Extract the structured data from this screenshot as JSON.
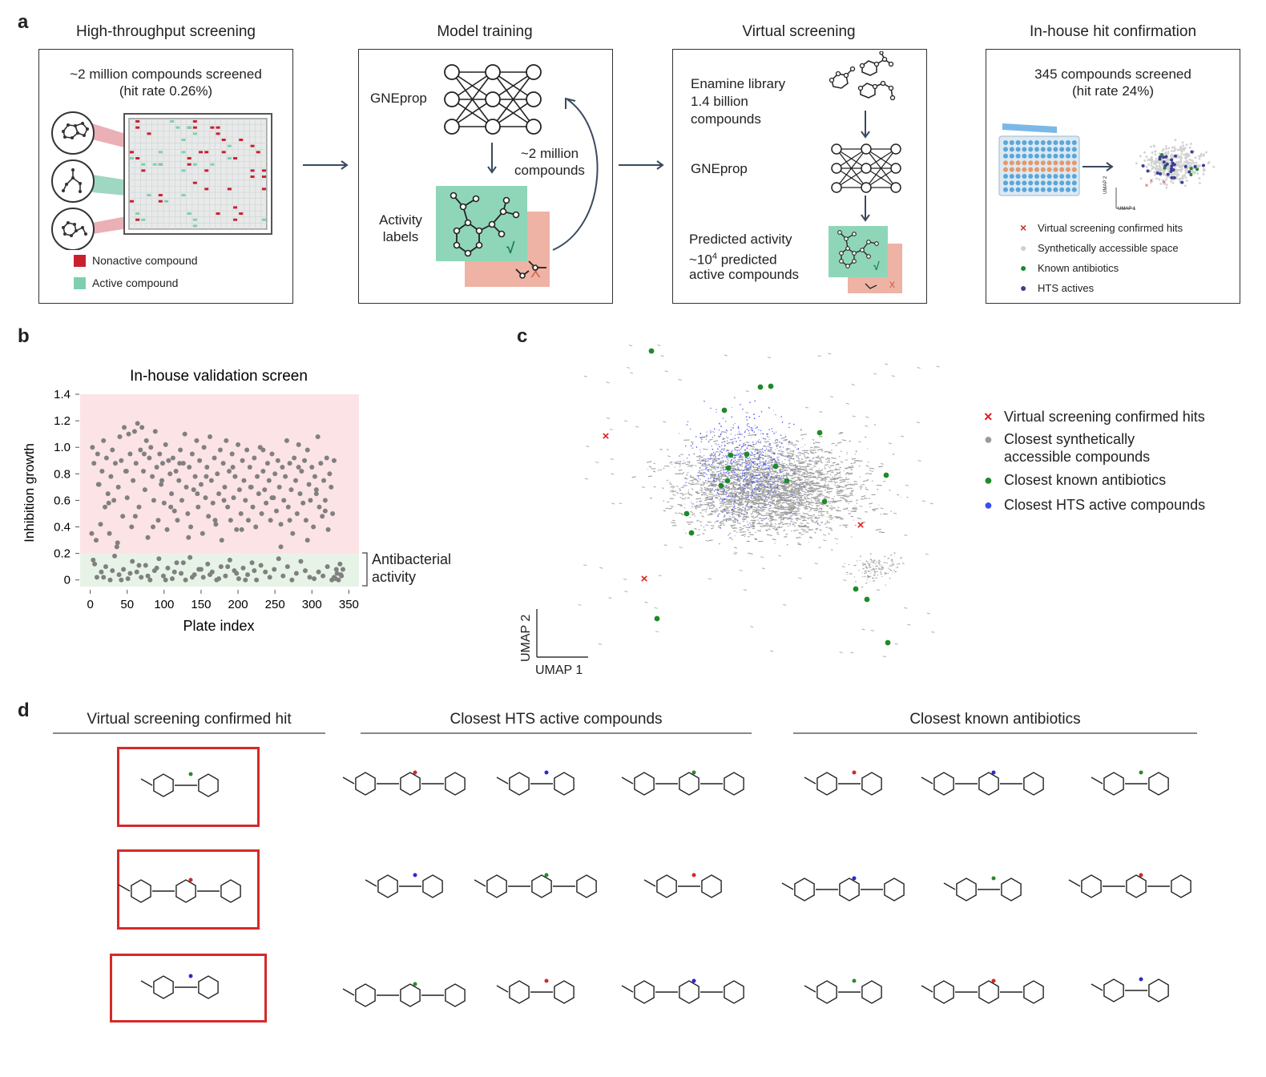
{
  "panel_a": {
    "label": "a",
    "hts": {
      "title": "High-throughput screening",
      "line1": "~2 million compounds screened",
      "line2": "(hit rate 0.26%)",
      "legend_nonactive": "Nonactive compound",
      "legend_active": "Active compound",
      "color_nonactive": "#c9202e",
      "color_active": "#7fcfae"
    },
    "training": {
      "title": "Model training",
      "model": "GNEprop",
      "loop1": "~2 million",
      "loop2": "compounds",
      "labels1": "Activity",
      "labels2": "labels",
      "check": "√",
      "cross": "X"
    },
    "virtual": {
      "title": "Virtual screening",
      "lib1": "Enamine library",
      "lib2": "1.4 billion",
      "lib3": "compounds",
      "model": "GNEprop",
      "pred1": "Predicted activity",
      "pred2": "~10",
      "pred2_sup": "4",
      "pred2_tail": " predicted",
      "pred3": "active compounds",
      "check": "√",
      "cross": "x"
    },
    "confirm": {
      "title": "In-house hit confirmation",
      "line1": "345 compounds screened",
      "line2": "(hit rate 24%)",
      "umap_x": "UMAP 1",
      "umap_y": "UMAP 2",
      "legend": [
        {
          "marker": "×",
          "color": "#d42a2a",
          "label": "Virtual screening confirmed hits"
        },
        {
          "marker": "●",
          "color": "#cfcfcf",
          "label": "Synthetically accessible space"
        },
        {
          "marker": "●",
          "color": "#1e8a2e",
          "label": "Known antibiotics"
        },
        {
          "marker": "●",
          "color": "#3b3f93",
          "label": "HTS actives"
        }
      ]
    }
  },
  "panel_b": {
    "label": "b",
    "annotation1": "Antibacterial",
    "annotation2": "activity"
  },
  "panel_c": {
    "label": "c",
    "umap_x": "UMAP 1",
    "umap_y": "UMAP 2",
    "legend": [
      {
        "marker": "×",
        "color": "#e02020",
        "label": "Virtual screening confirmed hits"
      },
      {
        "marker": "●",
        "color": "#9a9a9a",
        "label": "Closest synthetically"
      },
      {
        "marker": "",
        "color": "",
        "label": "accessible compounds"
      },
      {
        "marker": "●",
        "color": "#1f8a2a",
        "label": "Closest known antibiotics"
      },
      {
        "marker": "●",
        "color": "#3b4cf0",
        "label": "Closest HTS active compounds"
      }
    ]
  },
  "panel_d": {
    "label": "d",
    "col1": "Virtual screening confirmed hit",
    "col2": "Closest HTS active compounds",
    "col3": "Closest known antibiotics"
  },
  "chart_data": {
    "type": "scatter",
    "title": "In-house validation screen",
    "xlabel": "Plate index",
    "ylabel": "Inhibition growth",
    "xlim": [
      -5,
      355
    ],
    "ylim": [
      -0.05,
      1.4
    ],
    "xticks": [
      0,
      50,
      100,
      150,
      200,
      250,
      300,
      350
    ],
    "yticks": [
      0,
      0.2,
      0.4,
      0.6,
      0.8,
      1.0,
      1.2,
      1.4
    ],
    "ytick_labels": [
      "0",
      "0.2",
      "0.4",
      "0.6",
      "0.8",
      "1.0",
      "1.2",
      "1.4"
    ],
    "active_region": [
      0,
      0.2
    ],
    "inactive_region": [
      0.2,
      1.4
    ],
    "point_color": "#808080",
    "x": [
      3,
      5,
      8,
      10,
      12,
      14,
      16,
      18,
      20,
      22,
      24,
      26,
      28,
      30,
      32,
      34,
      36,
      38,
      40,
      42,
      44,
      46,
      48,
      50,
      52,
      54,
      56,
      58,
      60,
      62,
      64,
      66,
      68,
      70,
      72,
      74,
      76,
      78,
      80,
      82,
      84,
      86,
      88,
      90,
      92,
      94,
      96,
      98,
      100,
      102,
      104,
      106,
      108,
      110,
      112,
      114,
      116,
      118,
      120,
      122,
      124,
      126,
      128,
      130,
      132,
      134,
      136,
      138,
      140,
      142,
      144,
      146,
      148,
      150,
      152,
      154,
      156,
      158,
      160,
      162,
      164,
      166,
      168,
      170,
      172,
      174,
      176,
      178,
      180,
      182,
      184,
      186,
      188,
      190,
      192,
      194,
      196,
      198,
      200,
      202,
      204,
      206,
      208,
      210,
      212,
      214,
      216,
      218,
      220,
      222,
      224,
      226,
      228,
      230,
      232,
      234,
      236,
      238,
      240,
      242,
      244,
      246,
      248,
      250,
      252,
      254,
      256,
      258,
      260,
      262,
      264,
      266,
      268,
      270,
      272,
      274,
      276,
      278,
      280,
      282,
      284,
      286,
      288,
      290,
      292,
      294,
      296,
      298,
      300,
      302,
      304,
      306,
      308,
      310,
      312,
      314,
      316,
      318,
      320,
      322,
      324,
      326,
      328,
      330,
      332,
      334,
      336,
      338,
      340,
      342,
      4,
      9,
      15,
      21,
      27,
      33,
      39,
      45,
      51,
      57,
      63,
      69,
      75,
      81,
      87,
      93,
      99,
      105,
      111,
      117,
      123,
      129,
      135,
      141,
      147,
      153,
      159,
      165,
      171,
      177,
      183,
      189,
      195,
      201,
      207,
      213,
      219,
      225,
      231,
      237,
      243,
      249,
      255,
      261,
      267,
      273,
      279,
      285,
      291,
      297,
      303,
      309,
      315,
      321,
      327,
      333,
      339,
      6,
      18,
      30,
      42,
      54,
      66,
      78,
      90,
      102,
      114,
      126,
      138,
      150,
      162,
      174,
      186,
      198,
      210,
      222,
      234,
      246,
      258,
      270,
      282,
      294,
      306,
      318,
      330,
      2,
      11,
      25,
      37,
      49,
      61,
      73,
      85,
      97,
      109,
      121,
      133,
      145,
      157,
      169,
      181,
      193,
      205,
      217,
      229,
      241,
      253,
      265,
      277,
      289,
      301,
      313,
      325,
      337,
      345
    ],
    "y": [
      1.0,
      0.88,
      0.3,
      0.95,
      0.72,
      0.42,
      0.82,
      1.05,
      0.55,
      0.92,
      0.65,
      0.35,
      0.78,
      0.98,
      0.6,
      0.88,
      0.25,
      0.7,
      1.08,
      0.9,
      0.48,
      1.15,
      0.82,
      0.62,
      1.1,
      0.95,
      0.4,
      0.75,
      1.12,
      0.88,
      1.18,
      0.55,
      0.98,
      1.15,
      0.82,
      0.68,
      1.05,
      0.32,
      0.92,
      1.0,
      0.78,
      0.6,
      1.12,
      0.85,
      0.45,
      0.95,
      0.72,
      0.88,
      0.58,
      1.02,
      0.38,
      0.9,
      0.8,
      0.65,
      0.92,
      0.52,
      0.82,
      0.45,
      0.75,
      0.98,
      0.6,
      0.88,
      1.1,
      0.7,
      0.5,
      0.85,
      0.4,
      0.95,
      0.68,
      0.78,
      1.05,
      0.55,
      0.9,
      0.72,
      0.35,
      1.0,
      0.62,
      0.85,
      0.48,
      1.08,
      0.75,
      0.58,
      0.92,
      0.42,
      0.8,
      0.65,
      0.98,
      0.3,
      0.88,
      0.7,
      1.05,
      0.55,
      0.82,
      0.45,
      0.95,
      0.62,
      0.78,
      0.38,
      1.02,
      0.68,
      0.5,
      0.9,
      0.75,
      0.6,
      0.98,
      0.45,
      0.85,
      0.7,
      0.55,
      0.92,
      0.4,
      0.78,
      0.65,
      1.0,
      0.5,
      0.82,
      0.68,
      0.58,
      0.88,
      0.75,
      0.45,
      0.95,
      0.62,
      0.8,
      0.52,
      0.9,
      0.7,
      0.42,
      0.85,
      0.6,
      0.78,
      1.05,
      0.55,
      0.88,
      0.68,
      0.35,
      0.92,
      0.75,
      0.5,
      1.02,
      0.65,
      0.82,
      0.58,
      0.9,
      0.45,
      0.98,
      0.72,
      0.6,
      0.85,
      0.4,
      0.78,
      0.65,
      1.08,
      0.55,
      0.88,
      0.48,
      0.75,
      0.6,
      0.92,
      0.38,
      0.8,
      0.7,
      0.5,
      0.02,
      0.01,
      0.05,
      0.0,
      0.12,
      0.03,
      0.08,
      0.15,
      0.02,
      0.06,
      0.1,
      0.0,
      0.18,
      0.04,
      0.08,
      0.01,
      0.14,
      0.06,
      0.02,
      0.11,
      0.0,
      0.07,
      0.16,
      0.03,
      0.09,
      0.01,
      0.13,
      0.05,
      0.0,
      0.17,
      0.04,
      0.08,
      0.02,
      0.12,
      0.06,
      0.0,
      0.1,
      0.03,
      0.15,
      0.07,
      0.01,
      0.09,
      0.04,
      0.13,
      0.0,
      0.11,
      0.06,
      0.02,
      0.08,
      0.16,
      0.03,
      0.1,
      0.0,
      0.05,
      0.14,
      0.07,
      0.02,
      0.01,
      0.06,
      0.03,
      0.1,
      0.0,
      0.08,
      0.04,
      0.12,
      0.02,
      0.07,
      0.0,
      0.05,
      0.11,
      0.03,
      0.09,
      0.0,
      0.06,
      0.13,
      0.02,
      0.08,
      0.04,
      0.01,
      0.1,
      0.05,
      0.0,
      0.07,
      0.98,
      0.62,
      0.25,
      0.45,
      0.85,
      0.3,
      0.68,
      0.52,
      0.9,
      0.35,
      0.72,
      0.58,
      0.28,
      0.82,
      0.48,
      0.95,
      0.4,
      0.75,
      0.55,
      0.88,
      0.32,
      0.65,
      0.78,
      0.45,
      0.6,
      0.85,
      0.38,
      0.7
    ]
  }
}
